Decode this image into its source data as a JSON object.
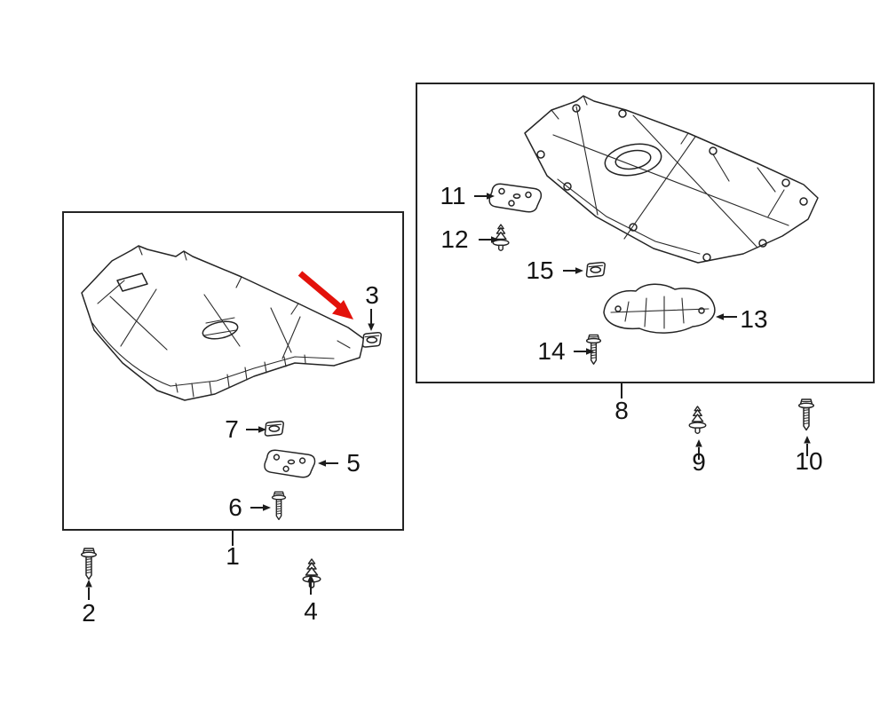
{
  "diagram": {
    "type": "exploded-parts-diagram",
    "labels": {
      "n1": "1",
      "n2": "2",
      "n3": "3",
      "n4": "4",
      "n5": "5",
      "n6": "6",
      "n7": "7",
      "n8": "8",
      "n9": "9",
      "n10": "10",
      "n11": "11",
      "n12": "12",
      "n13": "13",
      "n14": "14",
      "n15": "15"
    },
    "colors": {
      "line": "#242424",
      "highlight_arrow": "#e3120b",
      "background": "#ffffff"
    }
  }
}
